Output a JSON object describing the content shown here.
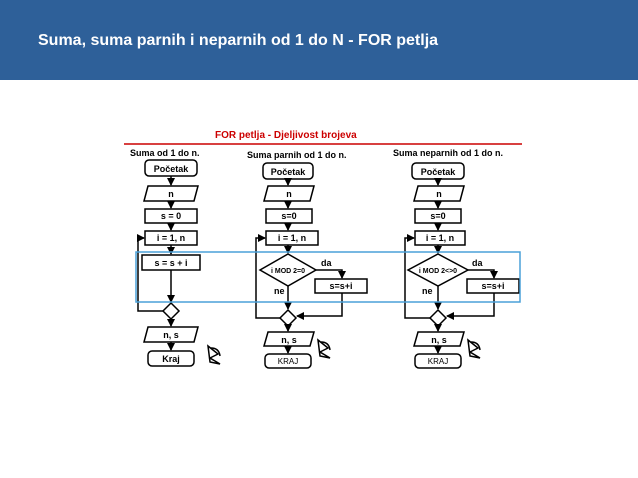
{
  "slide": {
    "title": "Suma, suma parnih i neparnih od 1 do N - FOR petlja"
  },
  "diagram": {
    "banner": "FOR petlja - Djeljivost brojeva",
    "colors": {
      "header": "#2e6099",
      "banner_text": "#cc0000",
      "banner_rule": "#cc0000",
      "highlight": "#4aa0d8"
    },
    "flowcharts": [
      {
        "heading": "Suma od 1 do n.",
        "start": "Početak",
        "input": "n",
        "init": "s = 0",
        "loop": "i = 1, n",
        "body": "s = s + i",
        "output": "n, s",
        "end": "Kraj"
      },
      {
        "heading": "Suma parnih od 1 do n.",
        "start": "Početak",
        "input": "n",
        "init": "s=0",
        "loop": "i = 1, n",
        "condition": "i MOD 2=0",
        "yes": "da",
        "no": "ne",
        "body": "s=s+i",
        "output": "n, s",
        "end": "KRAJ"
      },
      {
        "heading": "Suma neparnih od 1 do n.",
        "start": "Početak",
        "input": "n",
        "init": "s=0",
        "loop": "i = 1, n",
        "condition": "i MOD 2<>0",
        "yes": "da",
        "no": "ne",
        "body": "s=s+i",
        "output": "n, s",
        "end": "KRAJ"
      }
    ]
  }
}
